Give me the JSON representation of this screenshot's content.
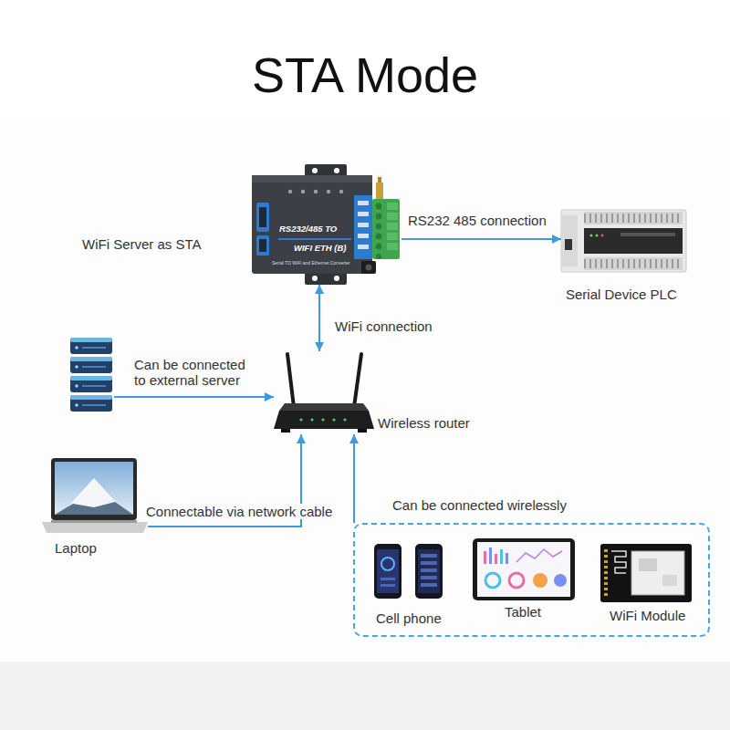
{
  "diagram": {
    "title": "STA Mode",
    "nodes": [
      {
        "text": [
          "WiFi Server as STA"
        ]
      },
      {
        "text": [
          "Serial Device PLC"
        ]
      },
      {
        "text": []
      },
      {
        "text": [
          "Wireless router"
        ]
      },
      {
        "text": [
          "Laptop"
        ]
      },
      {
        "text": []
      },
      {
        "text": [
          "Cell phone"
        ],
        "in": 5
      },
      {
        "text": [
          "Tablet"
        ],
        "in": 5
      },
      {
        "text": [
          "WiFi Module"
        ],
        "in": 5
      }
    ],
    "edges": [
      {
        "from": 0,
        "to": 1,
        "arrow": "to",
        "label": "RS232 485 connection"
      },
      {
        "from": 0,
        "to": 3,
        "arrow": "both",
        "label": "WiFi connection"
      },
      {
        "from": 2,
        "to": 3,
        "arrow": "to",
        "label": "Can be connected to external server"
      },
      {
        "from": 4,
        "to": 3,
        "arrow": "to",
        "label": "Connectable via network cable"
      },
      {
        "from": 5,
        "to": 3,
        "arrow": "to",
        "label": "Can be connected wirelessly"
      }
    ],
    "labels": [
      "RS232/485 TO",
      "WIFI ETH (B)",
      "Serial TO WiFi and Ethernet Converter"
    ]
  }
}
